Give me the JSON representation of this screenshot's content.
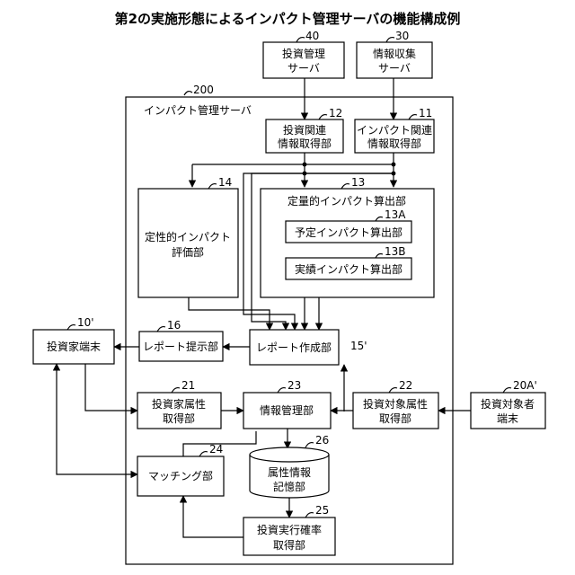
{
  "title": "第2の実施形態によるインパクト管理サーバの機能構成例",
  "server": {
    "ref": "200",
    "label": "インパクト管理サーバ"
  },
  "blocks": {
    "investment_server": {
      "ref": "40",
      "lines": [
        "投資管理",
        "サーバ"
      ]
    },
    "info_collect_server": {
      "ref": "30",
      "lines": [
        "情報収集",
        "サーバ"
      ]
    },
    "invest_info_acq": {
      "ref": "12",
      "lines": [
        "投資関連",
        "情報取得部"
      ]
    },
    "impact_info_acq": {
      "ref": "11",
      "lines": [
        "インパクト関連",
        "情報取得部"
      ]
    },
    "quantitative_calc": {
      "ref": "13",
      "lines": [
        "定量的インパクト算出部"
      ]
    },
    "planned_calc": {
      "ref": "13A",
      "lines": [
        "予定インパクト算出部"
      ]
    },
    "actual_calc": {
      "ref": "13B",
      "lines": [
        "実績インパクト算出部"
      ]
    },
    "qualitative_eval": {
      "ref": "14",
      "lines": [
        "定性的インパクト",
        "評価部"
      ]
    },
    "report_present": {
      "ref": "16",
      "lines": [
        "レポート提示部"
      ]
    },
    "report_create": {
      "ref": "15'",
      "lines": [
        "レポート作成部"
      ]
    },
    "investor_terminal": {
      "ref": "10'",
      "lines": [
        "投資家端末"
      ]
    },
    "investor_attr_acq": {
      "ref": "21",
      "lines": [
        "投資家属性",
        "取得部"
      ]
    },
    "info_management": {
      "ref": "23",
      "lines": [
        "情報管理部"
      ]
    },
    "target_attr_acq": {
      "ref": "22",
      "lines": [
        "投資対象属性",
        "取得部"
      ]
    },
    "target_terminal": {
      "ref": "20A'",
      "lines": [
        "投資対象者",
        "端末"
      ]
    },
    "matching": {
      "ref": "24",
      "lines": [
        "マッチング部"
      ]
    },
    "attr_storage": {
      "ref": "26",
      "lines": [
        "属性情報",
        "記憶部"
      ]
    },
    "exec_prob_acq": {
      "ref": "25",
      "lines": [
        "投資実行確率",
        "取得部"
      ]
    }
  }
}
